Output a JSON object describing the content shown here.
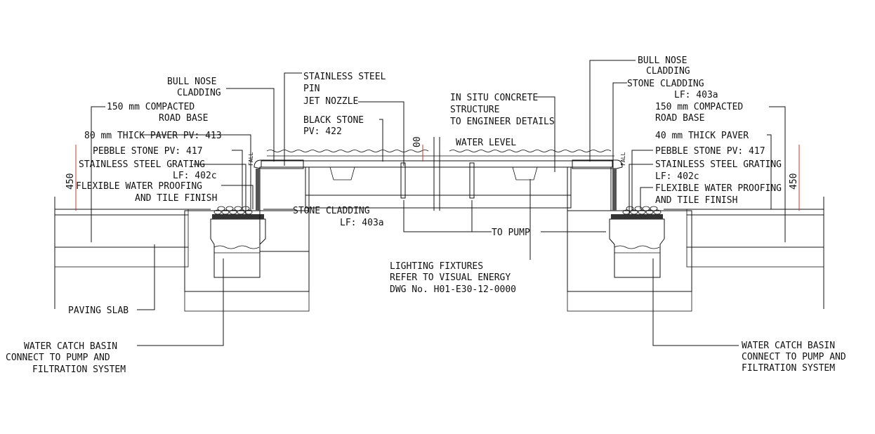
{
  "labels": {
    "bull_nose_l": [
      "BULL NOSE",
      "CLADDING"
    ],
    "steel_pin": [
      "STAINLESS STEEL",
      "PIN"
    ],
    "jet_nozzle": "JET NOZZLE",
    "black_stone": [
      "BLACK STONE",
      "PV: 422"
    ],
    "road_base_l": [
      "150 mm COMPACTED",
      "ROAD BASE"
    ],
    "paver_l": "80 mm THICK PAVER  PV: 413",
    "pebble_l": "PEBBLE STONE  PV: 417",
    "grating_l": "STAINLESS STEEL GRATING",
    "grating_l_code": "LF: 402c",
    "waterproof_l": [
      "FLEXIBLE WATER PROOFING",
      "AND TILE FINISH"
    ],
    "stone_cladding_c": [
      "STONE CLADDING",
      "LF: 403a"
    ],
    "in_situ": [
      "IN SITU CONCRETE",
      "STRUCTURE",
      "TO ENGINEER DETAILS"
    ],
    "water_level": "WATER LEVEL",
    "to_pump": "TO PUMP",
    "lighting": [
      "LIGHTING FIXTURES",
      "REFER TO VISUAL ENERGY",
      "DWG No. H01-E30-12-0000"
    ],
    "paving_slab": "PAVING SLAB",
    "catch_basin_l": [
      "WATER CATCH BASIN",
      "CONNECT TO PUMP AND",
      "FILTRATION SYSTEM"
    ],
    "catch_basin_r": [
      "WATER CATCH BASIN",
      "CONNECT TO PUMP AND",
      "FILTRATION SYSTEM"
    ],
    "bull_nose_r": [
      "BULL NOSE",
      "CLADDING"
    ],
    "stone_cladding_r": [
      "STONE CLADDING",
      "LF: 403a"
    ],
    "road_base_r": [
      "150 mm COMPACTED",
      "ROAD BASE"
    ],
    "paver_r": "40 mm THICK PAVER",
    "pebble_r": "PEBBLE STONE  PV: 417",
    "grating_r": [
      "STAINLESS STEEL GRATING",
      "LF: 402c"
    ],
    "waterproof_r": [
      "FLEXIBLE WATER PROOFING",
      "AND TILE FINISH"
    ]
  },
  "dimensions": {
    "left_height": "450",
    "right_height": "450",
    "center": "00",
    "fall_l": "FALL",
    "fall_r": "FALL"
  },
  "colors": {
    "line": "#111111",
    "dimension": "#c0392b"
  }
}
